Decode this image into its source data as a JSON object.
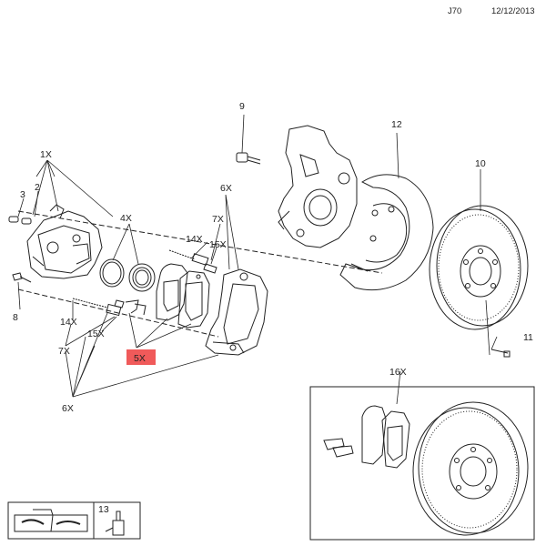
{
  "header": {
    "code": "J70",
    "date": "12/12/2013"
  },
  "callouts": {
    "c1x": "1X",
    "c2": "2",
    "c3": "3",
    "c4x": "4X",
    "c5x": "5X",
    "c6x_top": "6X",
    "c6x_bottom": "6X",
    "c7x_top": "7X",
    "c7x_bottom": "7X",
    "c8": "8",
    "c9": "9",
    "c10": "10",
    "c11": "11",
    "c12": "12",
    "c13": "13",
    "c14x_top": "14X",
    "c14x_bottom": "14X",
    "c15x_top": "15X",
    "c15x_bottom": "15X",
    "c16x": "16X"
  },
  "colors": {
    "line": "#222222",
    "highlight": "#f05a5a",
    "background": "#ffffff"
  },
  "icons": [
    "book-wrench-icon",
    "grease-tube-icon"
  ]
}
